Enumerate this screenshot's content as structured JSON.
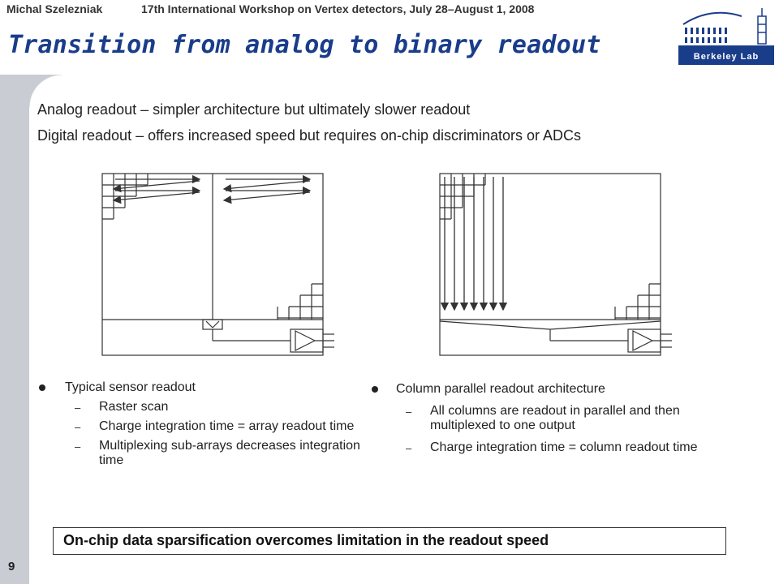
{
  "header": {
    "author": "Michal Szelezniak",
    "event": "17th International Workshop on Vertex detectors, July 28–August 1, 2008"
  },
  "logo": {
    "text": "Berkeley Lab"
  },
  "title": "Transition from analog to binary readout",
  "intro": [
    "Analog readout – simpler architecture but ultimately slower readout",
    "Digital readout – offers increased speed but requires on-chip discriminators or ADCs"
  ],
  "left_column": {
    "bullet": "Typical sensor readout",
    "subitems": [
      "Raster scan",
      "Charge integration time = array readout time",
      "Multiplexing sub-arrays decreases integration time"
    ]
  },
  "right_column": {
    "bullet": "Column parallel readout architecture",
    "subitems": [
      "All columns are readout in parallel and then multiplexed to one output",
      "Charge integration time = column readout time"
    ]
  },
  "conclusion": "On-chip data sparsification overcomes limitation in the readout speed",
  "page_number": "9",
  "colors": {
    "title": "#1a3d8a",
    "sidebar": "#c9ccd2",
    "logo_blue": "#1a3d8a"
  }
}
